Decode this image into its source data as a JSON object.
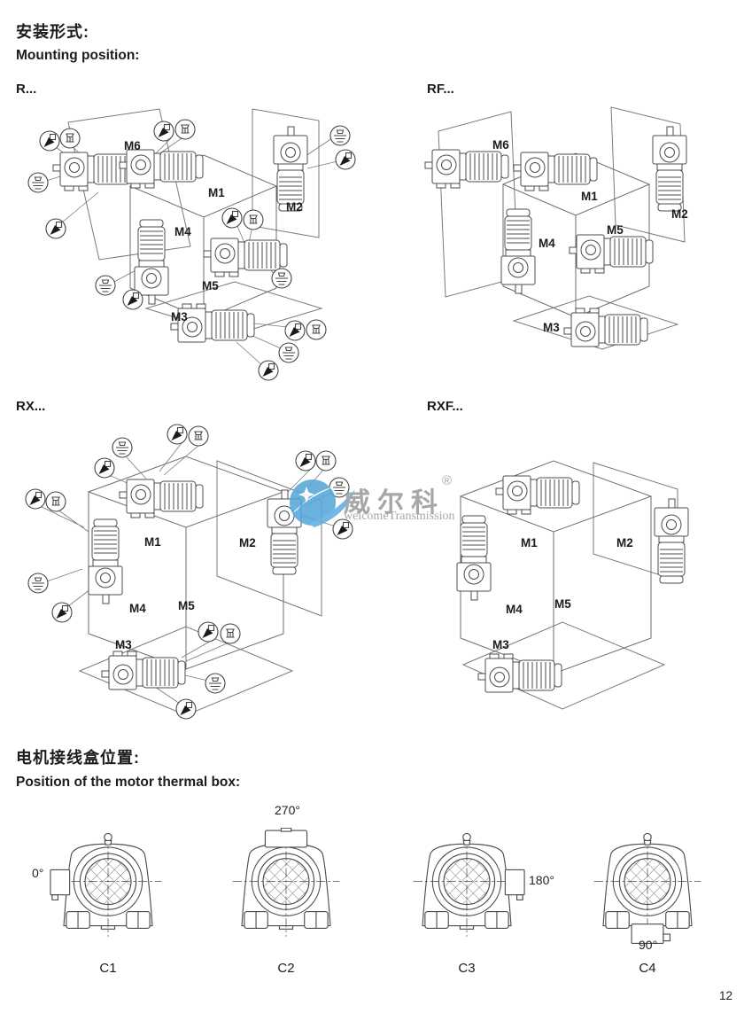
{
  "page_number": "12",
  "header": {
    "title_zh": "安装形式:",
    "title_en": "Mounting position:"
  },
  "mounting": {
    "sections": [
      {
        "id": "R",
        "title": "R...",
        "positions": [
          "M1",
          "M2",
          "M3",
          "M4",
          "M5",
          "M6"
        ]
      },
      {
        "id": "RF",
        "title": "RF...",
        "positions": [
          "M1",
          "M2",
          "M3",
          "M4",
          "M5",
          "M6"
        ]
      },
      {
        "id": "RX",
        "title": "RX...",
        "positions": [
          "M1",
          "M2",
          "M3",
          "M4",
          "M5"
        ]
      },
      {
        "id": "RXF",
        "title": "RXF...",
        "positions": [
          "M1",
          "M2",
          "M3",
          "M4",
          "M5"
        ]
      }
    ],
    "symbol_icons": {
      "oil-drain-plug-icon": "circle with black wedge flag",
      "breather-valve-icon": "circle with small valve glyph",
      "oil-level-plug-icon": "circle with level lines"
    }
  },
  "watermark": {
    "brand": "威尔科",
    "registered": "®",
    "subtitle": "welcomeTransmission",
    "logo_color": "#57a7da",
    "text_color": "#9b9b9b"
  },
  "thermal_box": {
    "title_zh": "电机接线盒位置:",
    "title_en": "Position of the motor thermal box:",
    "views": [
      {
        "label": "C1",
        "angle": "0°",
        "angle_position": "left"
      },
      {
        "label": "C2",
        "angle": "270°",
        "angle_position": "top"
      },
      {
        "label": "C3",
        "angle": "180°",
        "angle_position": "right"
      },
      {
        "label": "C4",
        "angle": "90°",
        "angle_position": "bottom"
      }
    ]
  }
}
